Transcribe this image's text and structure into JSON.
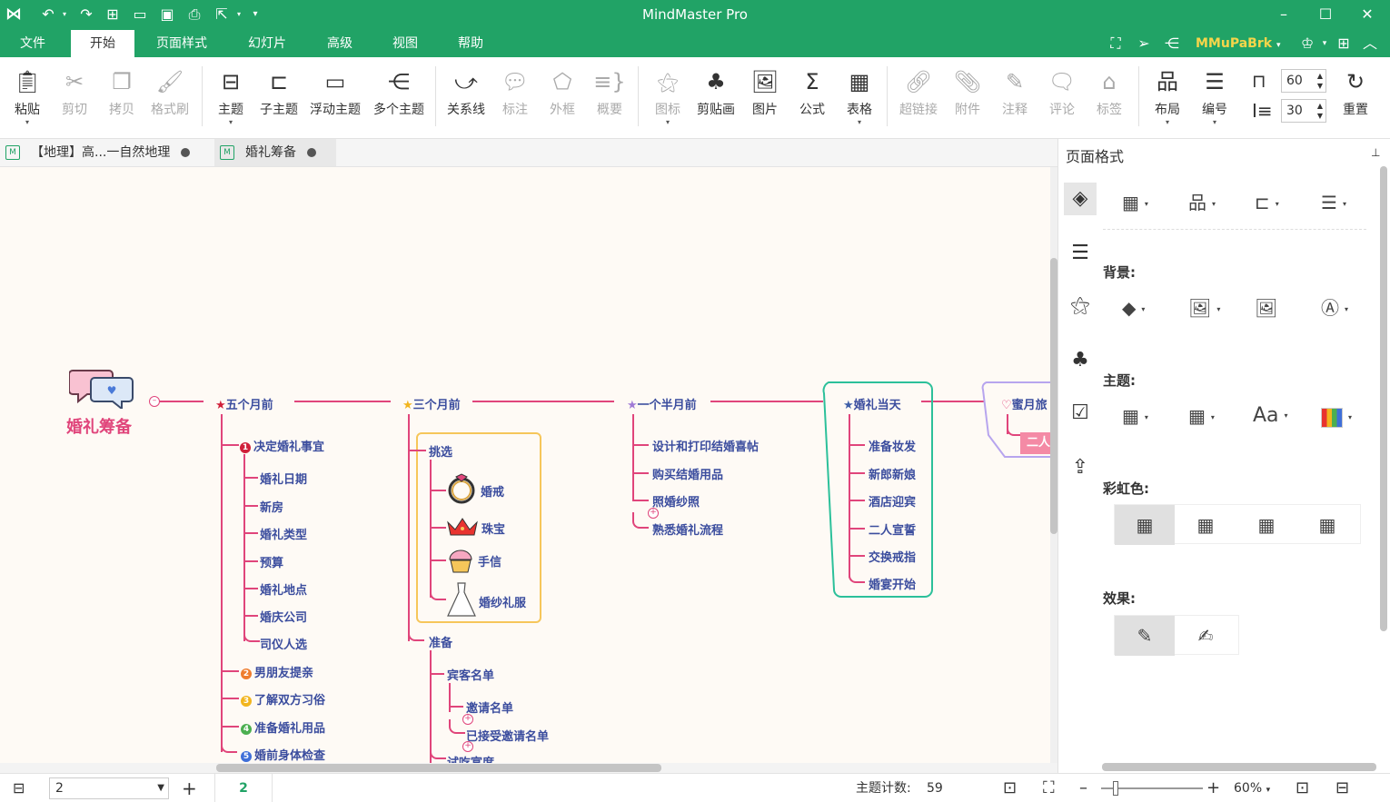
{
  "app": {
    "title": "MindMaster Pro"
  },
  "menu": [
    "文件",
    "开始",
    "页面样式",
    "幻灯片",
    "高级",
    "视图",
    "帮助"
  ],
  "user": {
    "name": "MMuPaBrk"
  },
  "ribbon": {
    "paste": "粘贴",
    "cut": "剪切",
    "copy": "拷贝",
    "format_painter": "格式刷",
    "topic": "主题",
    "subtopic": "子主题",
    "floating_topic": "浮动主题",
    "multiple_topics": "多个主题",
    "relationship": "关系线",
    "callout": "标注",
    "boundary": "外框",
    "summary": "概要",
    "icon": "图标",
    "clipart": "剪贴画",
    "picture": "图片",
    "formula": "公式",
    "table": "表格",
    "hyperlink": "超链接",
    "attachment": "附件",
    "note": "注释",
    "comment": "评论",
    "tag": "标签",
    "layout": "布局",
    "numbering": "编号",
    "spacing_h": "60",
    "spacing_v": "30",
    "reset": "重置"
  },
  "tabs": [
    {
      "label": "【地理】高...一自然地理"
    },
    {
      "label": "婚礼筹备"
    }
  ],
  "map": {
    "root": "婚礼筹备",
    "five_months": {
      "title": "五个月前",
      "item1": "决定婚礼事宜",
      "n1": "1",
      "sub": [
        "婚礼日期",
        "新房",
        "婚礼类型",
        "预算",
        "婚礼地点",
        "婚庆公司",
        "司仪人选"
      ],
      "item2": "男朋友提亲",
      "n2": "2",
      "item3": "了解双方习俗",
      "n3": "3",
      "item4": "准备婚礼用品",
      "n4": "4",
      "item5": "婚前身体检查",
      "n5": "5"
    },
    "three_months": {
      "title": "三个月前",
      "select": "挑选",
      "select_items": [
        "婚戒",
        "珠宝",
        "手信",
        "婚纱礼服"
      ],
      "prepare": "准备",
      "guest_list": "宾客名单",
      "guest_items": [
        "邀请名单",
        "已接受邀请名单"
      ],
      "tasting": "试吃宴席"
    },
    "six_weeks": {
      "title": "一个半月前",
      "items": [
        "设计和打印结婚喜帖",
        "购买结婚用品",
        "照婚纱照",
        "熟悉婚礼流程"
      ]
    },
    "wedding_day": {
      "title": "婚礼当天",
      "items": [
        "准备妆发",
        "新郎新娘",
        "酒店迎宾",
        "二人宣誓",
        "交换戒指",
        "婚宴开始"
      ]
    },
    "honeymoon": {
      "title": "蜜月旅",
      "sub": "二人"
    }
  },
  "panel": {
    "title": "页面格式",
    "background": "背景:",
    "theme": "主题:",
    "theme_font": "Aa",
    "rainbow": "彩虹色:",
    "effect": "效果:"
  },
  "status": {
    "page": "2",
    "page_active": "2",
    "topic_count_label": "主题计数:",
    "topic_count": "59",
    "zoom": "60%"
  },
  "colors": {
    "accent": "#21a366",
    "branch": "#e0457b",
    "text": "#3b4d9e"
  }
}
